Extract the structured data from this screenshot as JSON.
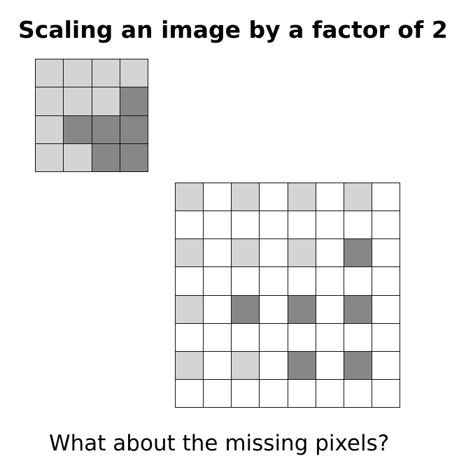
{
  "title": "Scaling an image by a factor of 2",
  "caption": "What about the missing pixels?",
  "colors": {
    "light": "#d4d4d4",
    "dark": "#878787",
    "empty": "#ffffff"
  },
  "source_image": [
    [
      "light",
      "light",
      "light",
      "light"
    ],
    [
      "light",
      "light",
      "light",
      "dark"
    ],
    [
      "light",
      "dark",
      "dark",
      "dark"
    ],
    [
      "light",
      "light",
      "dark",
      "dark"
    ]
  ],
  "scale_factor": 2
}
